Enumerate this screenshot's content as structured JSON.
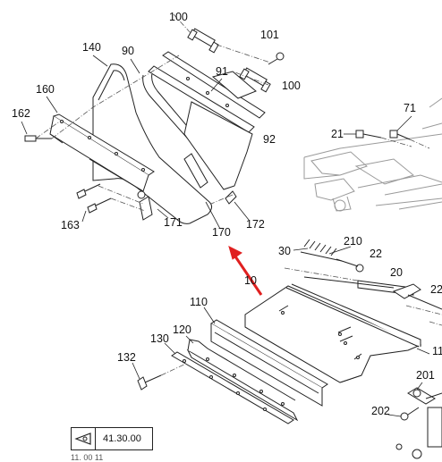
{
  "callouts": {
    "c100a": "100",
    "c101": "101",
    "c140": "140",
    "c90": "90",
    "c91": "91",
    "c100b": "100",
    "c160": "160",
    "c162": "162",
    "c92": "92",
    "c71": "71",
    "c21": "21",
    "c163": "163",
    "c171": "171",
    "c172": "172",
    "c170": "170",
    "c30": "30",
    "c210": "210",
    "c22a": "22",
    "c20": "20",
    "c22b": "22",
    "c10": "10",
    "c110": "110",
    "c130": "130",
    "c120": "120",
    "c11": "11",
    "c132": "132",
    "c201": "201",
    "c202": "202"
  },
  "reference": {
    "page": "41.30.00",
    "icon": "view-reference-icon"
  },
  "cut_text": "11. 00 11",
  "colors": {
    "line": "#222222",
    "ghost": "#9a9a9a",
    "arrow": "#e02020"
  }
}
